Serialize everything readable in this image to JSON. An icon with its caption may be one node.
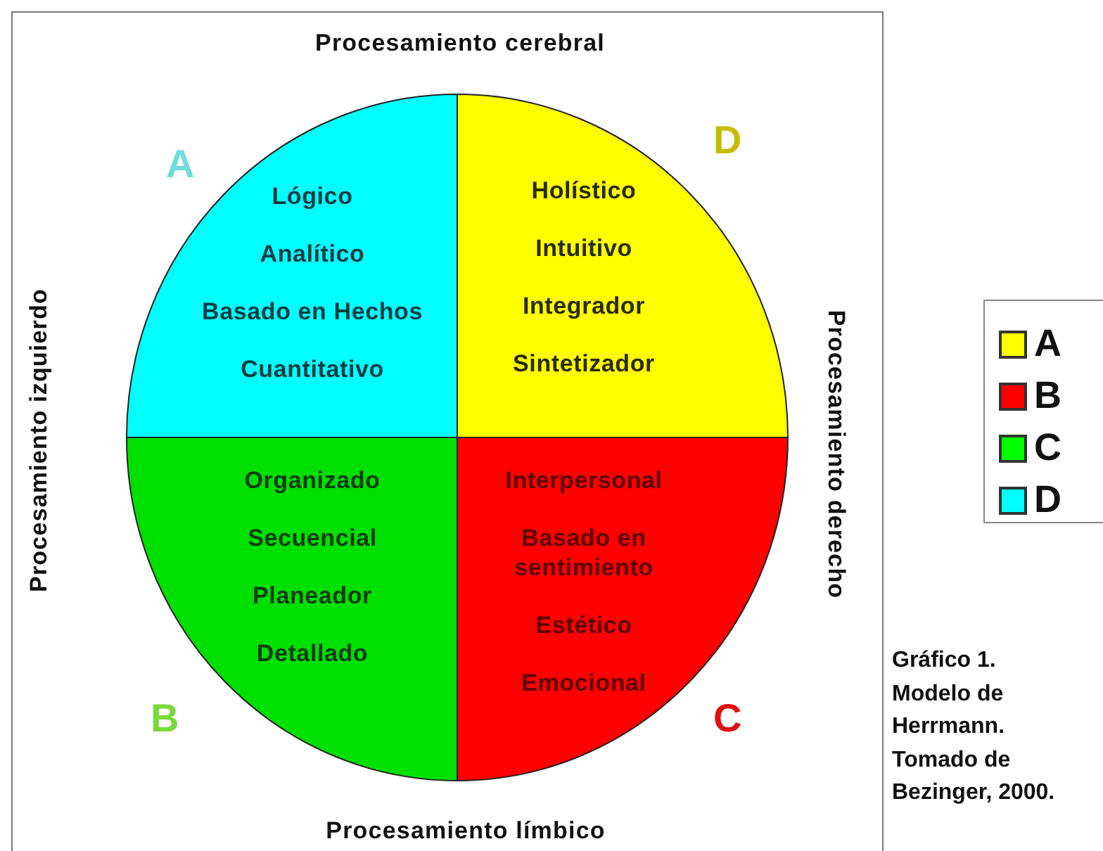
{
  "diagram": {
    "caption": "Gráfico 1. Modelo de Herrmann. Tomado de Bezinger, 2000.",
    "nodes": [
      {
        "text": [
          "Lógico",
          "Analítico",
          "Basado en Hechos",
          "Cuantitativo"
        ]
      },
      {
        "text": [
          "Holístico",
          "Intuitivo",
          "Integrador",
          "Sintetizador"
        ]
      },
      {
        "text": [
          "Organizado",
          "Secuencial",
          "Planeador",
          "Detallado"
        ]
      },
      {
        "text": [
          "Interpersonal",
          "Basado en sentimiento",
          "Estético",
          "Emocional"
        ]
      }
    ],
    "labels": [
      "Procesamiento cerebral",
      "A",
      "D",
      "Procesamiento izquierdo",
      "Procesamiento derecho",
      "B",
      "C",
      "Procesamiento límbico"
    ],
    "legend": [
      {
        "text": "A",
        "color": "#ffff00"
      },
      {
        "text": "B",
        "color": "#ff0000"
      },
      {
        "text": "C",
        "color": "#00ff00"
      },
      {
        "text": "D",
        "color": "#00ffff"
      }
    ]
  }
}
